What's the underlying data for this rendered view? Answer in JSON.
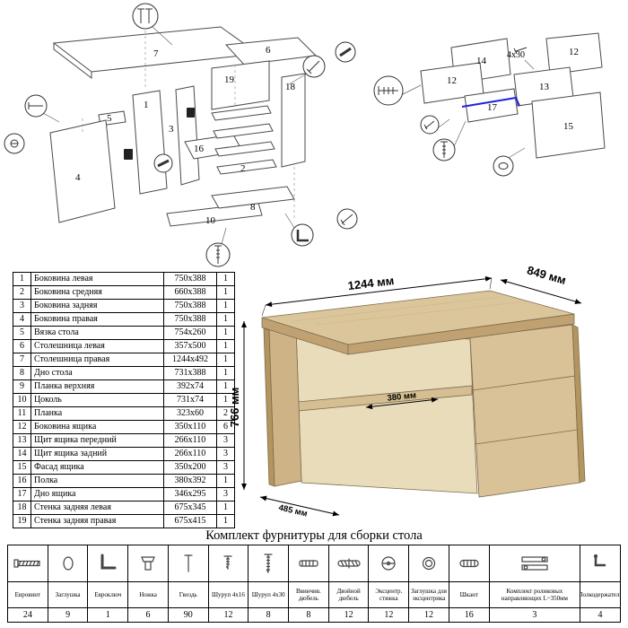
{
  "parts_table": {
    "rows": [
      {
        "num": "1",
        "name": "Боковина левая",
        "size": "750x388",
        "qty": "1"
      },
      {
        "num": "2",
        "name": "Боковина средняя",
        "size": "660x388",
        "qty": "1"
      },
      {
        "num": "3",
        "name": "Боковина задняя",
        "size": "750x388",
        "qty": "1"
      },
      {
        "num": "4",
        "name": "Боковина правая",
        "size": "750x388",
        "qty": "1"
      },
      {
        "num": "5",
        "name": "Вязка стола",
        "size": "754x260",
        "qty": "1"
      },
      {
        "num": "6",
        "name": "Столешница левая",
        "size": "357x500",
        "qty": "1"
      },
      {
        "num": "7",
        "name": "Столешница правая",
        "size": "1244x492",
        "qty": "1"
      },
      {
        "num": "8",
        "name": "Дно стола",
        "size": "731x388",
        "qty": "1"
      },
      {
        "num": "9",
        "name": "Планка верхняя",
        "size": "392x74",
        "qty": "1"
      },
      {
        "num": "10",
        "name": "Цоколь",
        "size": "731x74",
        "qty": "1"
      },
      {
        "num": "11",
        "name": "Планка",
        "size": "323x60",
        "qty": "2"
      },
      {
        "num": "12",
        "name": "Боковина ящика",
        "size": "350x110",
        "qty": "6"
      },
      {
        "num": "13",
        "name": "Щит ящика передний",
        "size": "266x110",
        "qty": "3"
      },
      {
        "num": "14",
        "name": "Щит ящика задний",
        "size": "266x110",
        "qty": "3"
      },
      {
        "num": "15",
        "name": "Фасад ящика",
        "size": "350x200",
        "qty": "3"
      },
      {
        "num": "16",
        "name": "Полка",
        "size": "380x392",
        "qty": "1"
      },
      {
        "num": "17",
        "name": "Дно ящика",
        "size": "346x295",
        "qty": "3"
      },
      {
        "num": "18",
        "name": "Стенка задняя левая",
        "size": "675x345",
        "qty": "1"
      },
      {
        "num": "19",
        "name": "Стенка задняя правая",
        "size": "675x415",
        "qty": "1"
      }
    ]
  },
  "hardware": {
    "title": "Комплект фурнитуры для сборки стола",
    "items": [
      {
        "icon": "euro-screw-icon",
        "name": "Евровинт",
        "qty": "24"
      },
      {
        "icon": "plug-icon",
        "name": "Заглушка",
        "qty": "9"
      },
      {
        "icon": "hex-key-icon",
        "name": "Евроключ",
        "qty": "1"
      },
      {
        "icon": "leg-icon",
        "name": "Ножка",
        "qty": "6"
      },
      {
        "icon": "nail-icon",
        "name": "Гвоздь",
        "qty": "90"
      },
      {
        "icon": "screw-4x16-icon",
        "name": "Шуруп 4x16",
        "qty": "12"
      },
      {
        "icon": "screw-4x30-icon",
        "name": "Шуруп 4x30",
        "qty": "8"
      },
      {
        "icon": "screw-dowel-icon",
        "name": "Ввинчив. дюбель",
        "qty": "8"
      },
      {
        "icon": "double-dowel-icon",
        "name": "Двойной дюбель",
        "qty": "12"
      },
      {
        "icon": "eccentric-tie-icon",
        "name": "Эксцентр. стяжка",
        "qty": "12"
      },
      {
        "icon": "cam-cap-icon",
        "name": "Заглушка для эксцентрика",
        "qty": "12"
      },
      {
        "icon": "wood-dowel-icon",
        "name": "Шкант",
        "qty": "16"
      },
      {
        "icon": "roller-guides-icon",
        "name": "Комплект роликовых направляющих L~350мм",
        "qty": "3"
      },
      {
        "icon": "shelf-support-icon",
        "name": "Полкодержатель",
        "qty": "4"
      }
    ]
  },
  "desk": {
    "dim_width": "1244 мм",
    "dim_depth": "849 мм",
    "dim_height": "766 мм",
    "dim_shelf": "380 мм",
    "dim_left_depth": "485 мм"
  },
  "diagram_left": {
    "labels": [
      "7",
      "6",
      "19",
      "18",
      "5",
      "1",
      "3",
      "16",
      "2",
      "4",
      "10",
      "8"
    ]
  },
  "diagram_right": {
    "labels": [
      "14",
      "12",
      "12",
      "13",
      "17",
      "15"
    ],
    "screw_label": "4x30"
  }
}
